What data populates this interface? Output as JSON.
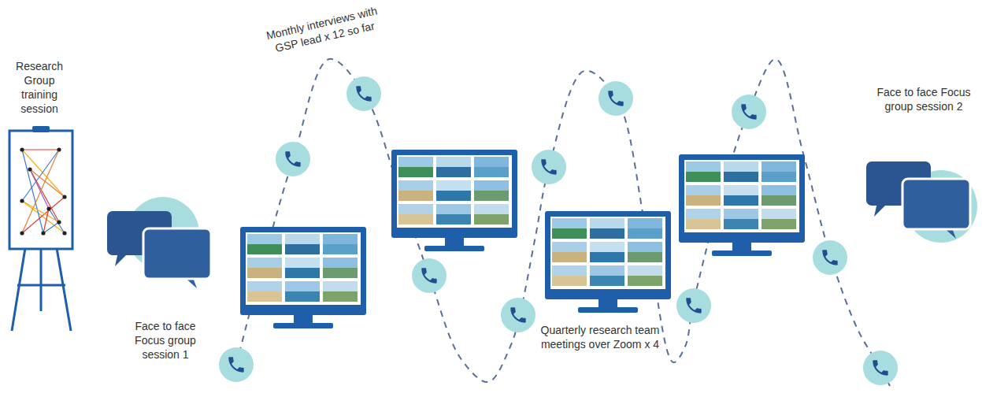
{
  "diagram": {
    "labels": [
      "Research Group training session",
      "Face to face Focus group session 1",
      "Monthly interviews with GSP lead x 12 so far",
      "Quarterly research team meetings over Zoom x 4",
      "Face to face Focus group session 2"
    ]
  }
}
